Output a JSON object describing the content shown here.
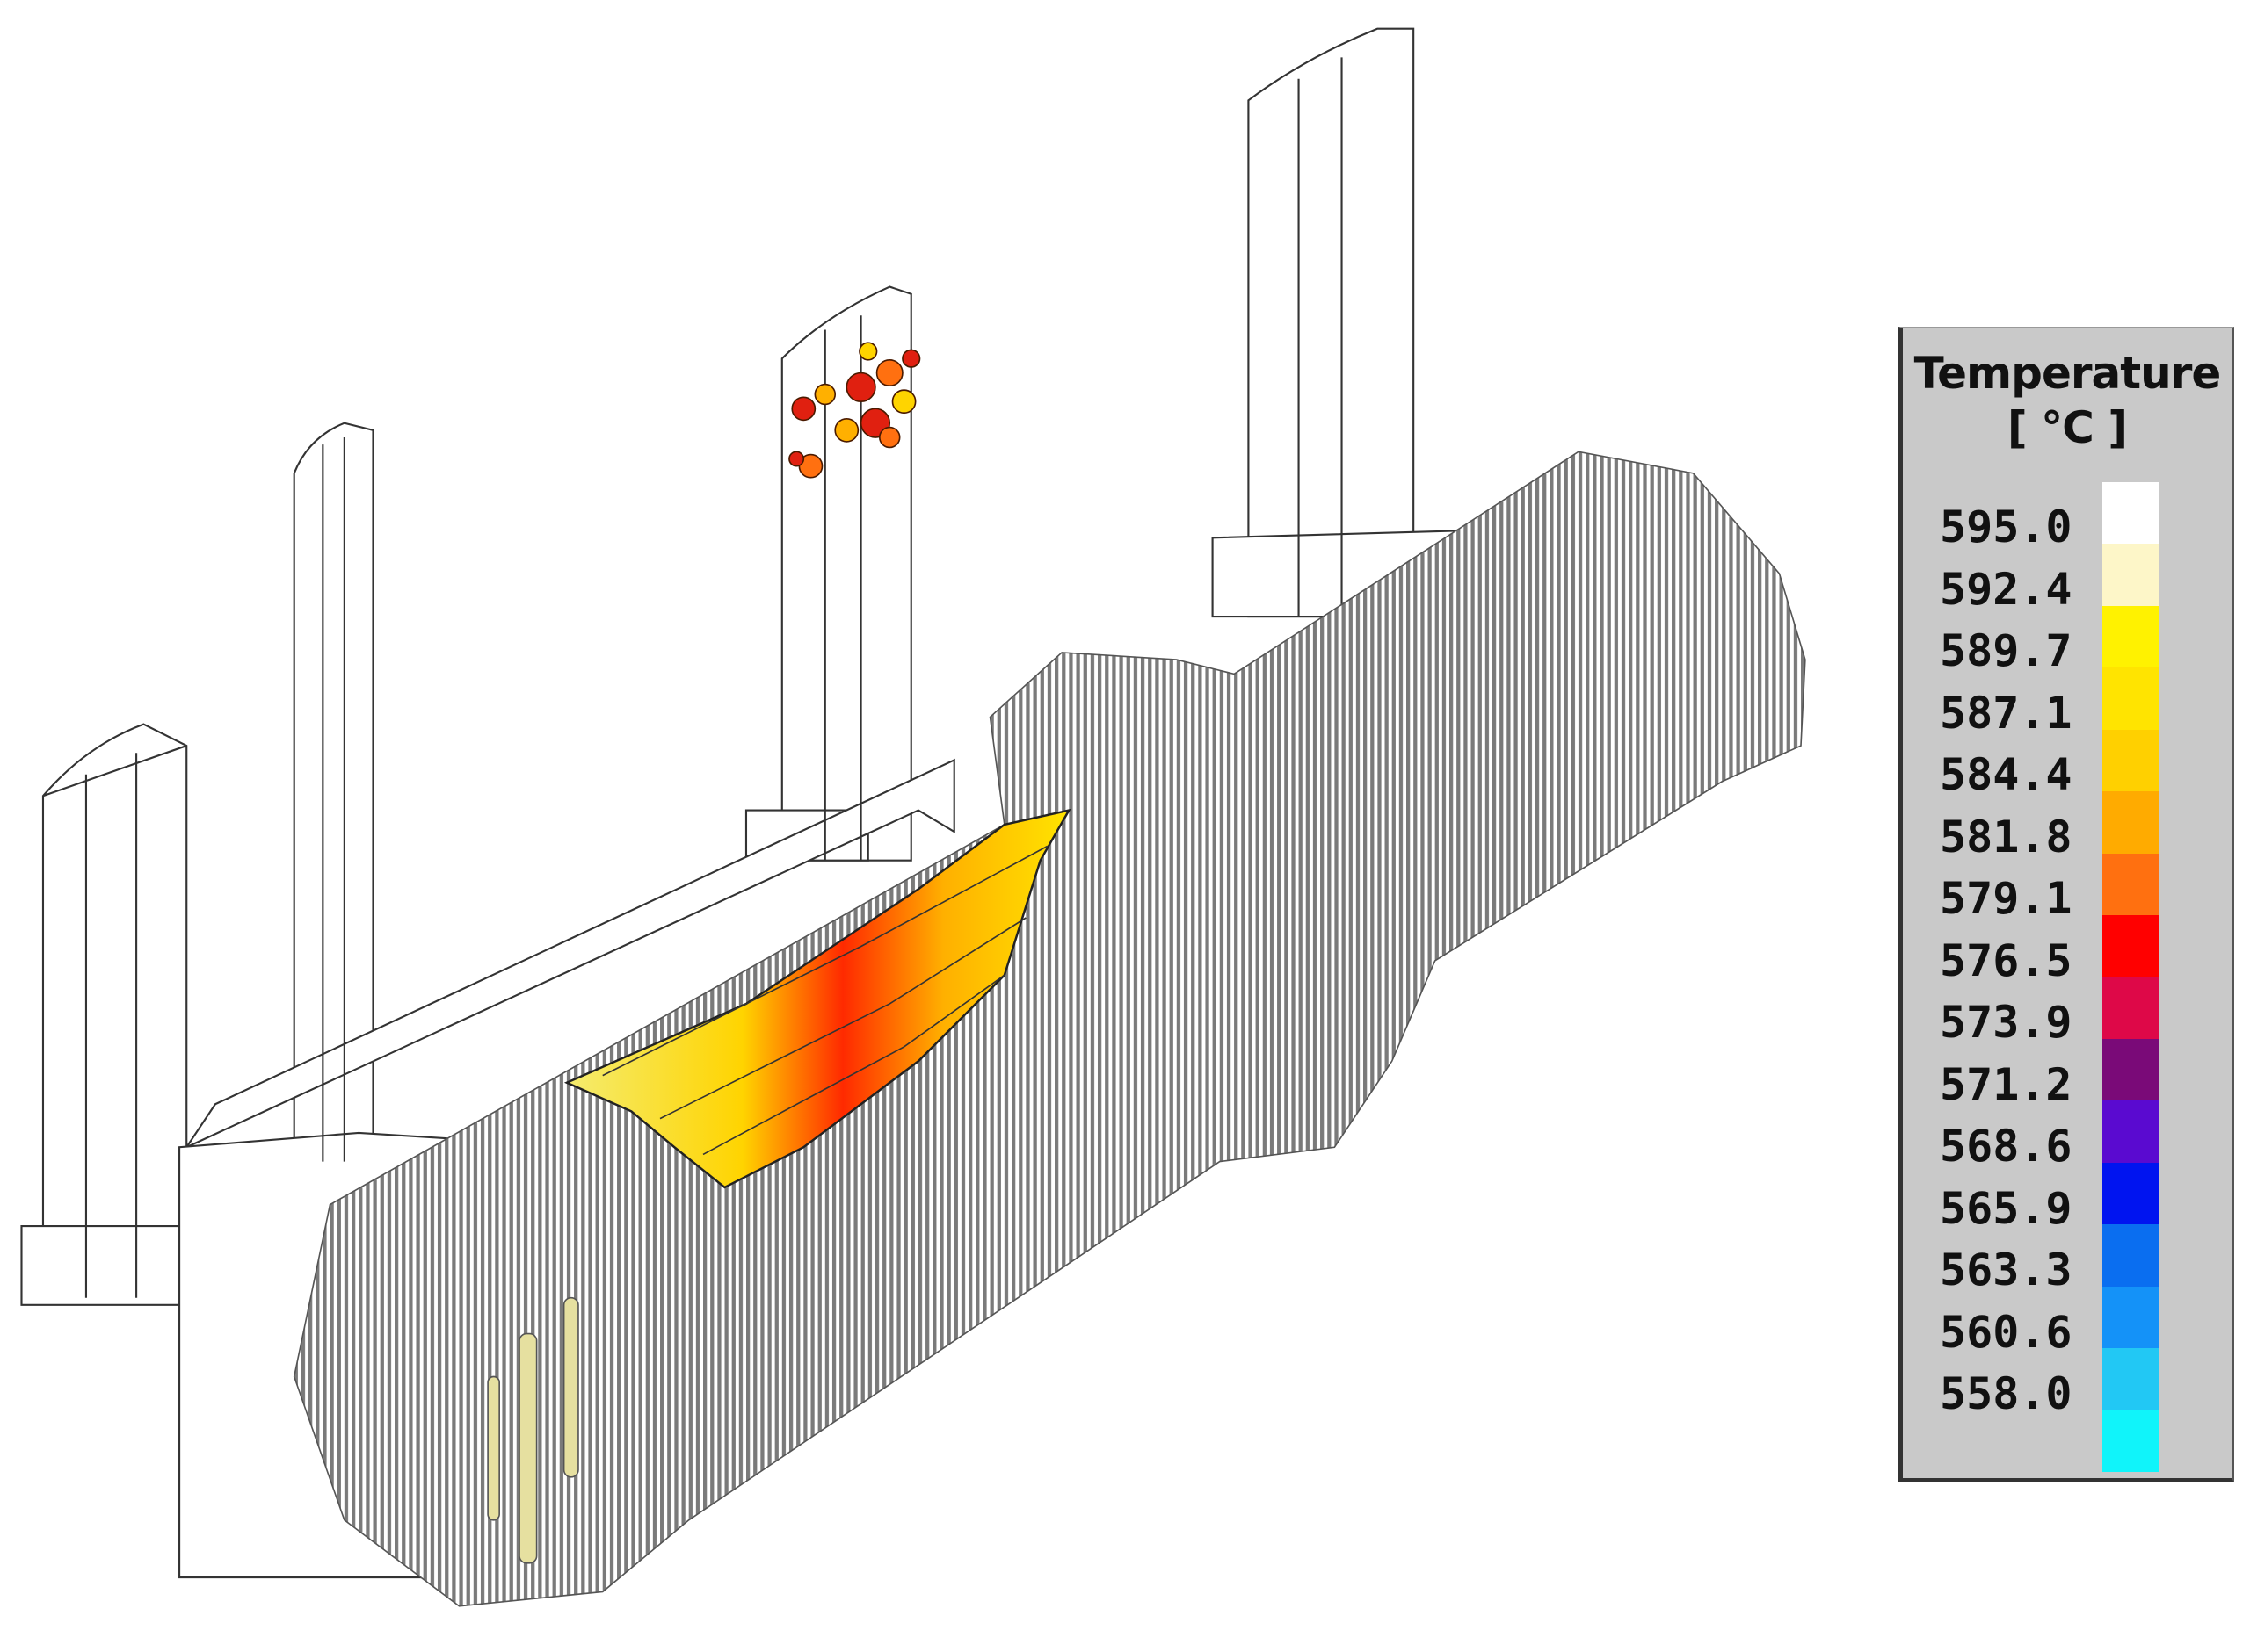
{
  "legend": {
    "title": "Temperature",
    "unit": "[ °C ]",
    "labels": [
      "595.0",
      "592.4",
      "589.7",
      "587.1",
      "584.4",
      "581.8",
      "579.1",
      "576.5",
      "573.9",
      "571.2",
      "568.6",
      "565.9",
      "563.3",
      "560.6",
      "558.0"
    ],
    "colors": [
      "#ffffff",
      "#fdf6c8",
      "#fff200",
      "#ffe400",
      "#ffd000",
      "#ffab00",
      "#ff7010",
      "#ff0000",
      "#de0848",
      "#7a0a78",
      "#5a0ad0",
      "#0014f0",
      "#0a6ef0",
      "#1492f8",
      "#22c8f4",
      "#10f4fa"
    ]
  }
}
